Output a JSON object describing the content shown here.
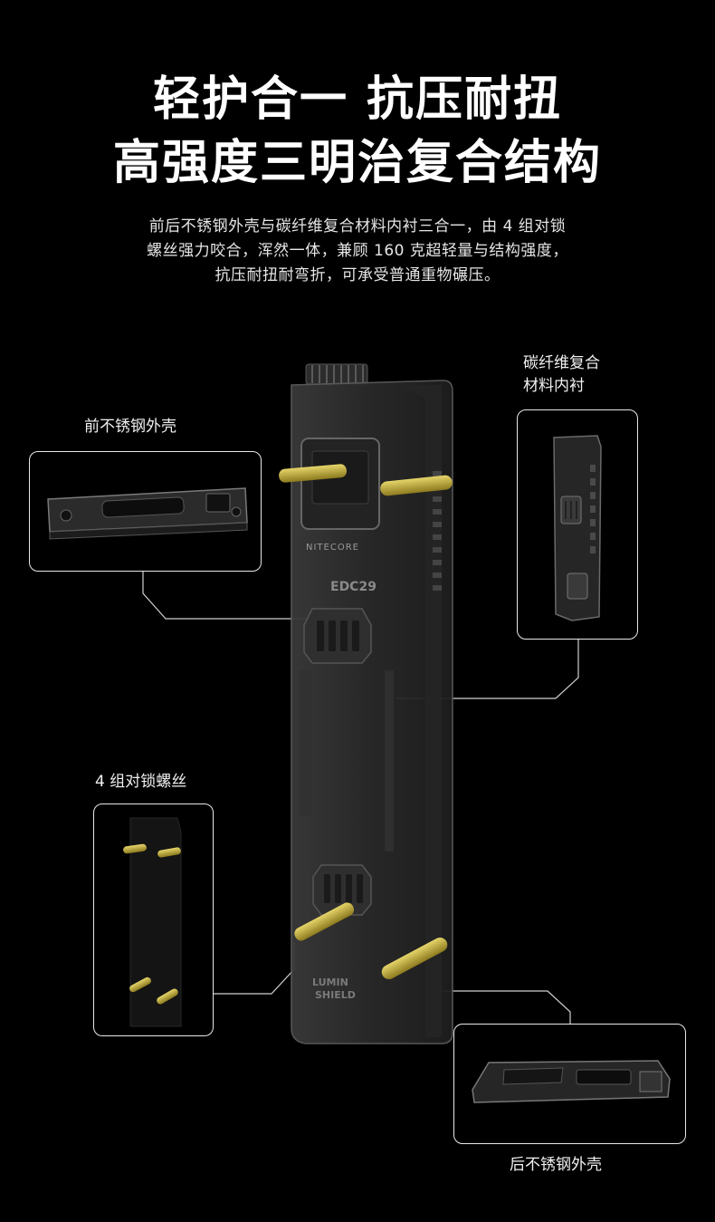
{
  "headline": {
    "line1": "轻护合一  抗压耐扭",
    "line2": "高强度三明治复合结构"
  },
  "description": {
    "line1": "前后不锈钢外壳与碳纤维复合材料内衬三合一，由 4 组对锁",
    "line2": "螺丝强力咬合，浑然一体，兼顾 160 克超轻量与结构强度，",
    "line3": "抗压耐扭耐弯折，可承受普通重物碾压。"
  },
  "callouts": {
    "front_shell": "前不锈钢外壳",
    "carbon_line1": "碳纤维复合",
    "carbon_line2": "材料内衬",
    "screws": "4 组对锁螺丝",
    "back_shell": "后不锈钢外壳"
  },
  "product": {
    "brand": "NITECORE",
    "model": "EDC29",
    "shield_line1": "LUMIN",
    "shield_line2": "SHIELD"
  },
  "colors": {
    "background": "#000000",
    "screw": "#c9b43a",
    "line": "#d8d8d8"
  }
}
